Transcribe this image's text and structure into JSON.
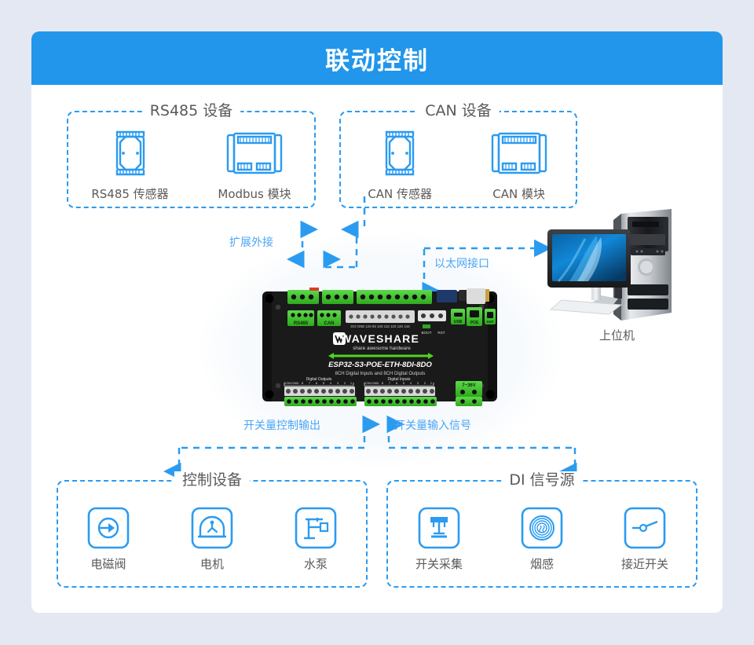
{
  "page": {
    "background_color": "#e4e8f2",
    "card_background": "#ffffff",
    "accent_color": "#2196ea",
    "dashed_border_color": "#2b9bf0",
    "label_color": "#5a5a5a",
    "callout_color": "#4ba6f5"
  },
  "header": {
    "title": "联动控制"
  },
  "groups": [
    {
      "id": "rs485",
      "title": "RS485 设备",
      "items": [
        {
          "label": "RS485 传感器",
          "icon": "din-rail-sensor-icon"
        },
        {
          "label": "Modbus 模块",
          "icon": "modbus-module-icon"
        }
      ]
    },
    {
      "id": "can",
      "title": "CAN 设备",
      "items": [
        {
          "label": "CAN 传感器",
          "icon": "din-rail-sensor-icon"
        },
        {
          "label": "CAN 模块",
          "icon": "can-module-icon"
        }
      ]
    },
    {
      "id": "control-devices",
      "title": "控制设备",
      "items": [
        {
          "label": "电磁阀",
          "icon": "solenoid-valve-icon"
        },
        {
          "label": "电机",
          "icon": "motor-icon"
        },
        {
          "label": "水泵",
          "icon": "water-pump-icon"
        }
      ]
    },
    {
      "id": "di-signal-source",
      "title": "DI 信号源",
      "items": [
        {
          "label": "开关采集",
          "icon": "switch-collect-icon"
        },
        {
          "label": "烟感",
          "icon": "smoke-detector-icon"
        },
        {
          "label": "接近开关",
          "icon": "proximity-switch-icon"
        }
      ]
    }
  ],
  "callouts": {
    "expansion": "扩展外接",
    "ethernet": "以太网接口",
    "do_output": "开关量控制输出",
    "di_input": "开关量输入信号"
  },
  "host_pc": {
    "label": "上位机",
    "icon": "desktop-computer-icon"
  },
  "board": {
    "brand": "WAVESHARE",
    "brand_tagline": "share awesome hardware",
    "model": "ESP32-S3-POE-ETH-8DI-8DO",
    "subtitle": "8CH Digital Inputs and 8CH Digital Outputs",
    "section_labels": {
      "digital_outputs": "Digital Outputs",
      "digital_inputs": "Digital Inputs"
    },
    "ports": [
      {
        "name": "RS485"
      },
      {
        "name": "CAN"
      },
      {
        "name": "USB"
      },
      {
        "name": "POE"
      },
      {
        "name": "ANT"
      },
      {
        "name": "7~36V"
      }
    ],
    "do_pins": [
      "COM",
      "GND",
      "8",
      "7",
      "6",
      "5",
      "4",
      "3",
      "2",
      "1"
    ],
    "di_pins": [
      "COM",
      "GND",
      "8",
      "7",
      "6",
      "5",
      "4",
      "3",
      "2",
      "1"
    ],
    "header_pins": "3V3 GND 12S 9S 10S 11S 12S 13S 14S 15S",
    "buttons": [
      "BOOT",
      "RST"
    ]
  }
}
